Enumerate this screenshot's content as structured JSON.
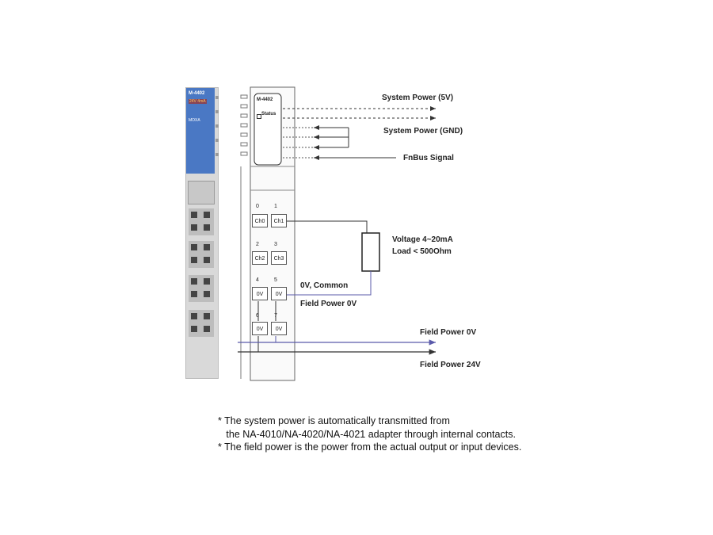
{
  "module": {
    "model": "M-4402",
    "model_sub": "24V 4mA",
    "brand": "MOXA",
    "status_label": "Status"
  },
  "channels": [
    {
      "pin": "0",
      "label": "Ch0"
    },
    {
      "pin": "1",
      "label": "Ch1"
    },
    {
      "pin": "2",
      "label": "Ch2"
    },
    {
      "pin": "3",
      "label": "Ch3"
    },
    {
      "pin": "4",
      "label": "0V"
    },
    {
      "pin": "5",
      "label": "0V"
    },
    {
      "pin": "6",
      "label": "0V"
    },
    {
      "pin": "7",
      "label": "0V"
    }
  ],
  "labels": {
    "system_power_5v": "System Power (5V)",
    "system_power_gnd": "System Power (GND)",
    "fnbus_signal": "FnBus Signal",
    "load_line1": "Voltage 4~20mA",
    "load_line2": "Load < 500Ohm",
    "common": "0V, Common",
    "field_power_0v_inner": "Field Power 0V",
    "field_power_0v": "Field Power 0V",
    "field_power_24v": "Field Power 24V"
  },
  "notes": [
    "* The system power is automatically transmitted from",
    "   the NA-4010/NA-4020/NA-4021 adapter through internal contacts.",
    "* The field power is the power from the actual output or input devices."
  ],
  "colors": {
    "module_blue": "#4a78c4",
    "field_power_line": "#5a5aaa",
    "wire": "#333333"
  }
}
